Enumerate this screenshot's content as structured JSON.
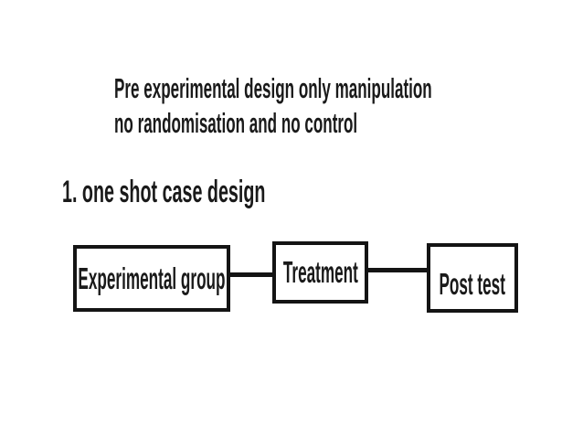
{
  "page": {
    "background": "#ffffff",
    "ink_color": "#1a1a1a",
    "border_color": "#141414"
  },
  "title": {
    "line1": "Pre experimental design only manipulation",
    "line2": "no randomisation and no control"
  },
  "section_heading": "1. one shot case design",
  "chart_data": {
    "type": "table",
    "note": "flowchart of one shot case design"
  },
  "diagram": {
    "type": "flowchart",
    "direction": "left-to-right",
    "nodes": [
      {
        "id": "experimental-group",
        "label": "Experimental group"
      },
      {
        "id": "treatment",
        "label": "Treatment"
      },
      {
        "id": "post-test",
        "label": "Post test"
      }
    ],
    "connections": [
      {
        "from": "experimental-group",
        "to": "treatment"
      },
      {
        "from": "treatment",
        "to": "post-test"
      }
    ]
  }
}
